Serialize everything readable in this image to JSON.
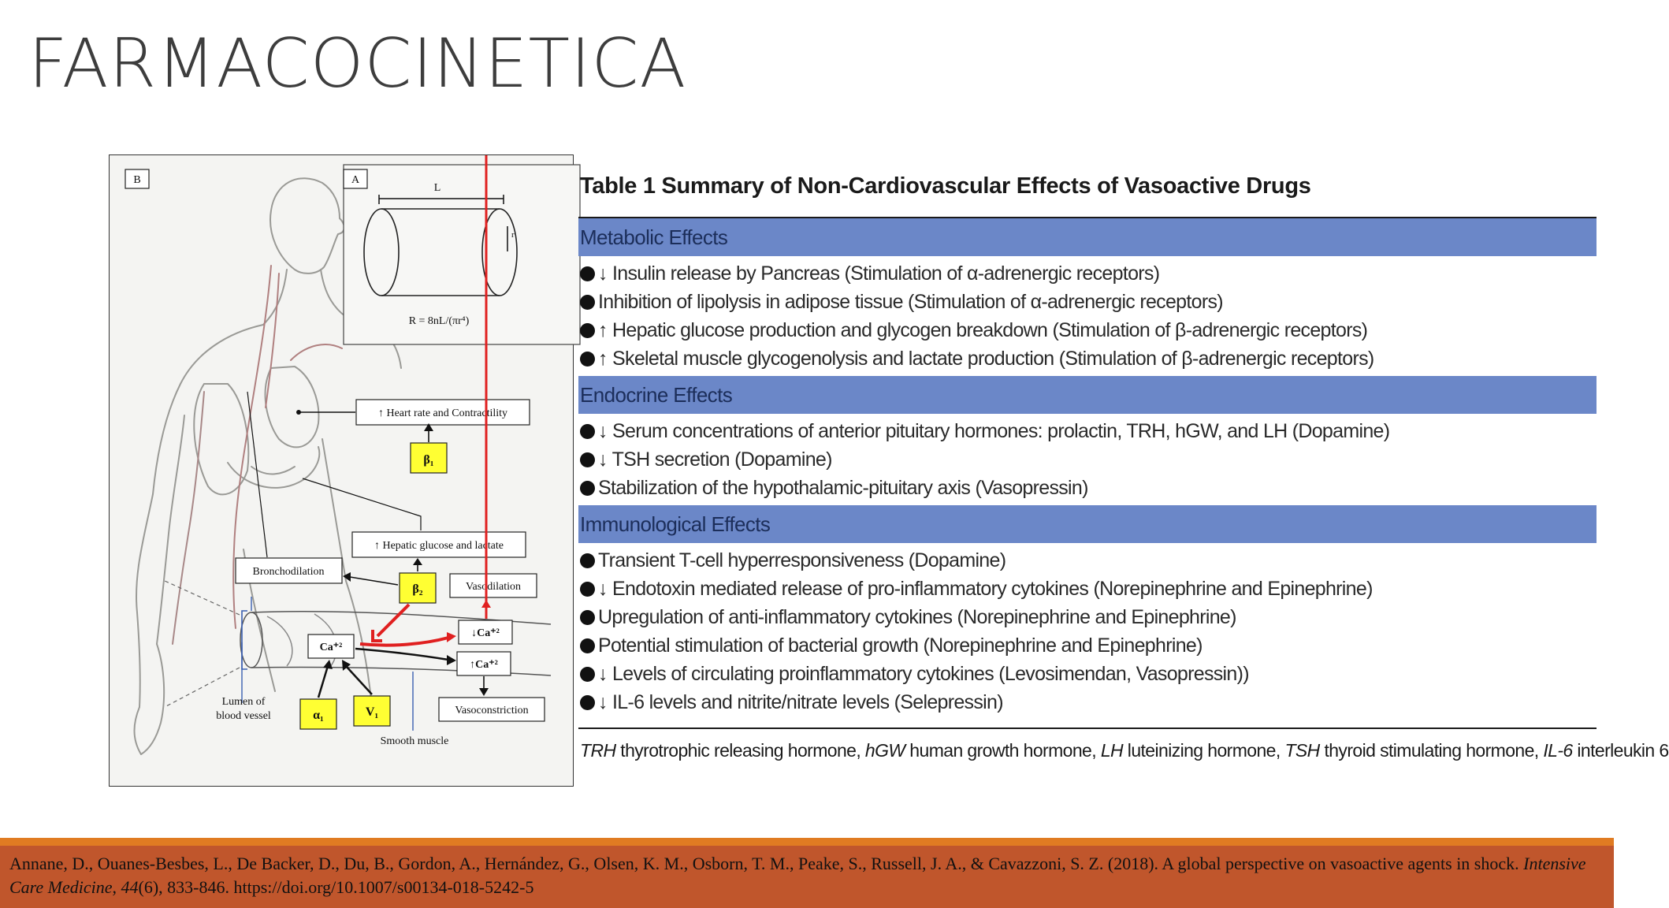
{
  "slide": {
    "title": "FARMACOCINETICA"
  },
  "figure": {
    "panel_b_label": "B",
    "panel_a_label": "A",
    "length_label": "L",
    "radius_label": "r",
    "resistance_formula": "R = 8nL/(πr⁴)",
    "heart_rate_box": "↑ Heart rate and Contractility",
    "beta1": "β₁",
    "hepatic_box": "↑ Hepatic glucose and lactate",
    "bronchodilation_box": "Bronchodilation",
    "beta2": "β₂",
    "vasodilation_box": "Vasodilation",
    "ca_down": "↓Ca⁺²",
    "ca_center": "Ca⁺²",
    "ca_up": "↑Ca⁺²",
    "vasoconstriction_box": "Vasoconstriction",
    "lumen_label_1": "Lumen of",
    "lumen_label_2": "blood vessel",
    "alpha1": "α₁",
    "v1": "V₁",
    "smooth_muscle_label": "Smooth muscle"
  },
  "table": {
    "title": "Table 1  Summary of Non-Cardiovascular Effects of Vasoactive Drugs",
    "sections": [
      {
        "header": "Metabolic Effects",
        "rows": [
          "↓ Insulin release by Pancreas (Stimulation of α-adrenergic receptors)",
          "Inhibition of lipolysis in adipose tissue (Stimulation of α-adrenergic receptors)",
          "↑ Hepatic glucose production and glycogen breakdown (Stimulation of β-adrenergic receptors)",
          "↑ Skeletal muscle glycogenolysis and lactate production (Stimulation of β-adrenergic receptors)"
        ]
      },
      {
        "header": "Endocrine Effects",
        "rows": [
          "↓ Serum concentrations of anterior pituitary hormones: prolactin, TRH, hGW, and LH (Dopamine)",
          "↓ TSH secretion (Dopamine)",
          "Stabilization of the hypothalamic-pituitary axis (Vasopressin)"
        ]
      },
      {
        "header": "Immunological Effects",
        "rows": [
          "Transient T-cell hyperresponsiveness (Dopamine)",
          "↓ Endotoxin mediated release of pro-inflammatory cytokines (Norepinephrine and Epinephrine)",
          "Upregulation of anti-inflammatory cytokines (Norepinephrine and Epinephrine)",
          "Potential stimulation of bacterial growth (Norepinephrine and Epinephrine)",
          "↓ Levels of circulating proinflammatory cytokines (Levosimendan, Vasopressin))",
          "↓ IL-6 levels and nitrite/nitrate levels (Selepressin)"
        ]
      }
    ],
    "footnote": {
      "abbr_1": "TRH",
      "text_1": " thyrotrophic releasing hormone, ",
      "abbr_2": "hGW",
      "text_2": " human growth hormone, ",
      "abbr_3": "LH",
      "text_3": " luteinizing hormone, ",
      "abbr_4": "TSH",
      "text_4": " thyroid stimulating hormone, ",
      "abbr_5": "IL-6",
      "text_5": " interleukin 6"
    }
  },
  "citation": {
    "part_1": "Annane, D., Ouanes-Besbes, L., De Backer, D., Du, B., Gordon, A., Hernández, G., Olsen, K. M., Osborn, T. M., Peake, S., Russell, J. A., & Cavazzoni, S. Z. (2018). A global perspective on vasoactive agents in shock. ",
    "journal": "Intensive Care Medicine",
    "part_2": ", ",
    "volume": "44",
    "part_3": "(6), 833-846. https://doi.org/10.1007/s00134-018-5242-5"
  },
  "colors": {
    "section_header_bg": "#6b87c8",
    "accent_strip": "#e07b22",
    "citation_bar": "#c0562c",
    "receptor_box": "#ffff33",
    "red_arrow": "#e02020"
  }
}
